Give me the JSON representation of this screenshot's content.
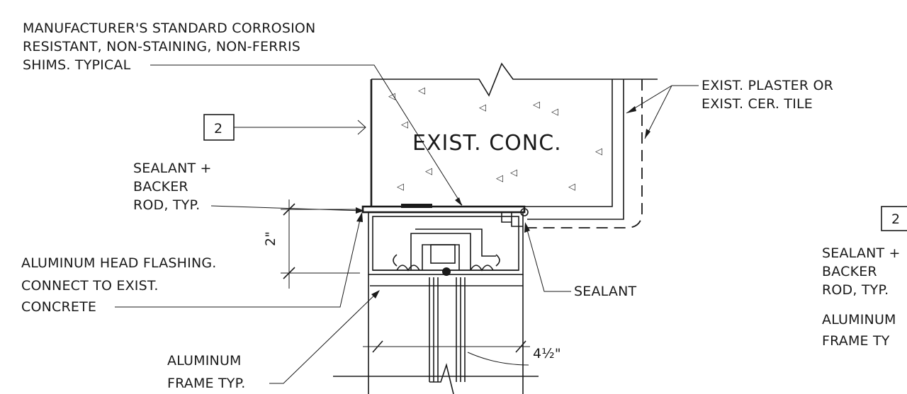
{
  "callouts": {
    "shims_line1": "MANUFACTURER'S STANDARD CORROSION",
    "shims_line2": "RESISTANT, NON-STAINING, NON-FERRIS",
    "shims_line3": "SHIMS. TYPICAL",
    "plaster_line1": "EXIST. PLASTER OR",
    "plaster_line2": "EXIST. CER. TILE",
    "concrete_label": "EXIST. CONC.",
    "tag_left": "2",
    "tag_right": "2",
    "sealant_backer_line1": "SEALANT +",
    "sealant_backer_line2": "BACKER",
    "sealant_backer_line3": "ROD, TYP.",
    "flashing_line1": "ALUMINUM HEAD FLASHING.",
    "flashing_line2": "CONNECT TO EXIST.",
    "flashing_line3": "CONCRETE",
    "sealant": "SEALANT",
    "frame_line1": "ALUMINUM",
    "frame_line2": "FRAME TYP.",
    "dim_2in": "2\"",
    "dim_4half": "4½\"",
    "right_sealant_line1": "SEALANT +",
    "right_sealant_line2": "BACKER",
    "right_sealant_line3": "ROD, TYP.",
    "right_frame_line1": "ALUMINUM",
    "right_frame_line2": "FRAME TY"
  }
}
